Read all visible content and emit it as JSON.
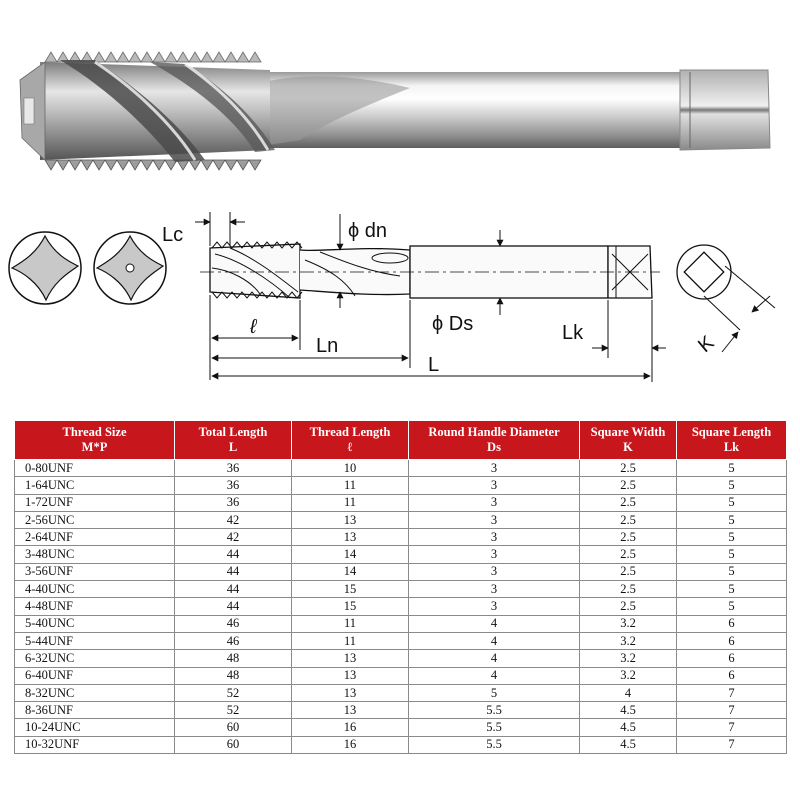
{
  "drawing_labels": {
    "lc": "Lc",
    "dn": "ϕ dn",
    "ds": "ϕ Ds",
    "l_thread": "ℓ",
    "ln": "Ln",
    "l_total": "L",
    "lk": "Lk",
    "k": "K"
  },
  "table": {
    "headers": [
      {
        "line1": "Thread Size",
        "line2": "M*P"
      },
      {
        "line1": "Total Length",
        "line2": "L"
      },
      {
        "line1": "Thread Length",
        "line2": "ℓ"
      },
      {
        "line1": "Round Handle Diameter",
        "line2": "Ds"
      },
      {
        "line1": "Square Width",
        "line2": "K"
      },
      {
        "line1": "Square Length",
        "line2": "Lk"
      }
    ],
    "rows": [
      [
        "0-80UNF",
        "36",
        "10",
        "3",
        "2.5",
        "5"
      ],
      [
        "1-64UNC",
        "36",
        "11",
        "3",
        "2.5",
        "5"
      ],
      [
        "1-72UNF",
        "36",
        "11",
        "3",
        "2.5",
        "5"
      ],
      [
        "2-56UNC",
        "42",
        "13",
        "3",
        "2.5",
        "5"
      ],
      [
        "2-64UNF",
        "42",
        "13",
        "3",
        "2.5",
        "5"
      ],
      [
        "3-48UNC",
        "44",
        "14",
        "3",
        "2.5",
        "5"
      ],
      [
        "3-56UNF",
        "44",
        "14",
        "3",
        "2.5",
        "5"
      ],
      [
        "4-40UNC",
        "44",
        "15",
        "3",
        "2.5",
        "5"
      ],
      [
        "4-48UNF",
        "44",
        "15",
        "3",
        "2.5",
        "5"
      ],
      [
        "5-40UNC",
        "46",
        "11",
        "4",
        "3.2",
        "6"
      ],
      [
        "5-44UNF",
        "46",
        "11",
        "4",
        "3.2",
        "6"
      ],
      [
        "6-32UNC",
        "48",
        "13",
        "4",
        "3.2",
        "6"
      ],
      [
        "6-40UNF",
        "48",
        "13",
        "4",
        "3.2",
        "6"
      ],
      [
        "8-32UNC",
        "52",
        "13",
        "5",
        "4",
        "7"
      ],
      [
        "8-36UNF",
        "52",
        "13",
        "5.5",
        "4.5",
        "7"
      ],
      [
        "10-24UNC",
        "60",
        "16",
        "5.5",
        "4.5",
        "7"
      ],
      [
        "10-32UNF",
        "60",
        "16",
        "5.5",
        "4.5",
        "7"
      ]
    ]
  },
  "colors": {
    "header_bg": "#c8161d",
    "header_text": "#ffffff",
    "metal_light": "#e8e8e8",
    "metal_dark": "#6f6f6f"
  }
}
